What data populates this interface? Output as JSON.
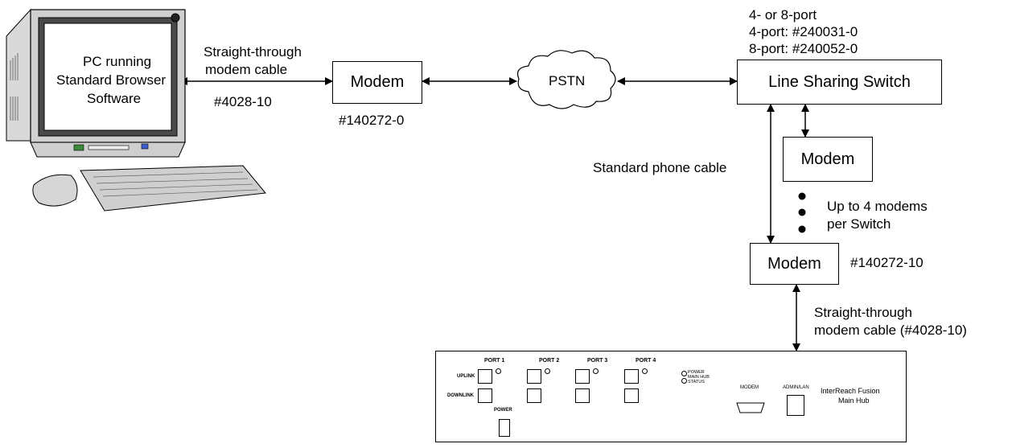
{
  "pc": {
    "screen_text_1": "PC running",
    "screen_text_2": "Standard Browser",
    "screen_text_3": "Software"
  },
  "cable_left": {
    "line1": "Straight-through",
    "line2": "modem cable",
    "part": "#4028-10"
  },
  "modem_left": {
    "label": "Modem",
    "part": "#140272-0"
  },
  "pstn": {
    "label": "PSTN"
  },
  "switch": {
    "label": "Line Sharing Switch",
    "note1": "4- or 8-port",
    "note2": "4-port: #240031-0",
    "note3": "8-port: #240052-0"
  },
  "modem_switch": {
    "label": "Modem"
  },
  "phone_cable": {
    "label": "Standard phone cable"
  },
  "modems_note": {
    "line1": "Up to 4 modems",
    "line2": "per Switch"
  },
  "modem_bottom": {
    "label": "Modem",
    "part": "#140272-10"
  },
  "cable_right": {
    "line1": "Straight-through",
    "line2": "modem cable (#4028-10)"
  },
  "hub": {
    "port1": "PORT 1",
    "port2": "PORT 2",
    "port3": "PORT 3",
    "port4": "PORT 4",
    "uplink": "UPLINK",
    "downlink": "DOWNLINK",
    "power": "POWER",
    "led_power": "POWER",
    "led_mainhub": "MAIN HUB",
    "led_status": "STATUS",
    "modem": "MODEM",
    "admin_lan": "ADMIN/LAN",
    "brand1": "InterReach Fusion",
    "brand2": "Main Hub"
  }
}
